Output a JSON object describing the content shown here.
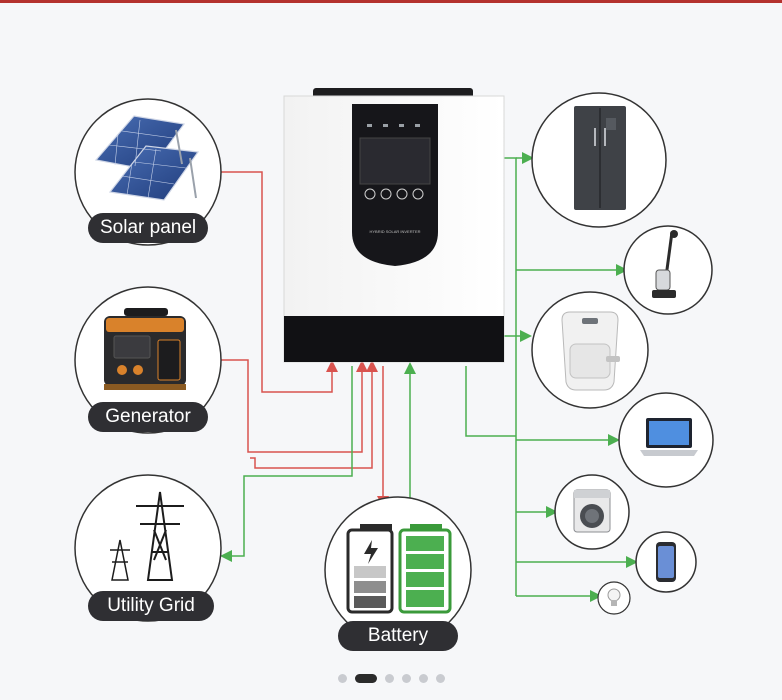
{
  "sources": {
    "solar": "Solar panel",
    "generator": "Generator",
    "grid": "Utility Grid"
  },
  "storage": {
    "battery": "Battery"
  },
  "inverter": {
    "display_caption": "HYBRID SOLAR INVERTER"
  },
  "colors": {
    "input_line": "#d9534f",
    "output_line": "#4caf50",
    "pill_bg": "#2f2f33"
  },
  "carousel": {
    "count": 6,
    "active_index": 1
  }
}
